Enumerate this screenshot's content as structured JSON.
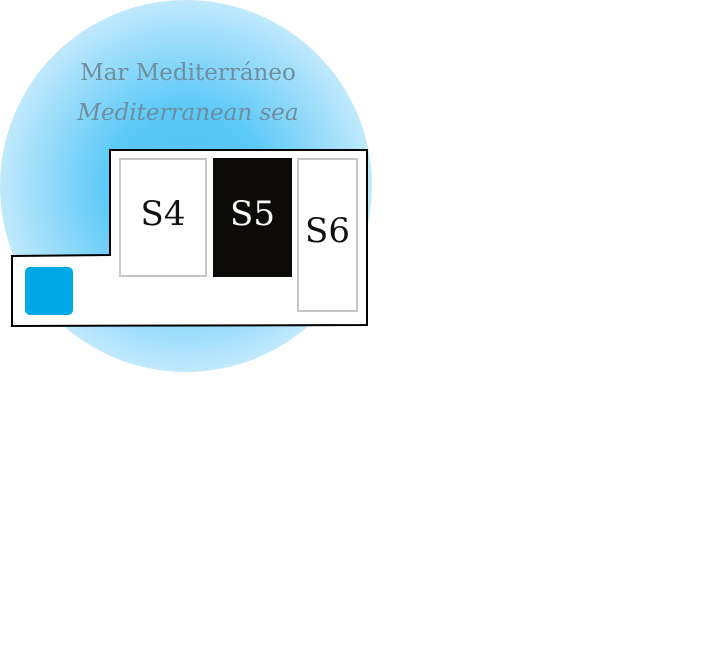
{
  "sea": {
    "label_es": "Mar Mediterráneo",
    "label_en": "Mediterranean sea"
  },
  "rooms": [
    {
      "id": "s4",
      "label": "S4",
      "selected": false
    },
    {
      "id": "s5",
      "label": "S5",
      "selected": true
    },
    {
      "id": "s6",
      "label": "S6",
      "selected": false
    }
  ],
  "colors": {
    "sea": "#4fc4f6",
    "sea_label": "#6e8e9f",
    "selected_room": "#0c0b07",
    "room_border": "#c6c6c6",
    "pool": "#00a8e6",
    "outline": "#000000"
  },
  "icons": {
    "pool": "pool-square"
  }
}
